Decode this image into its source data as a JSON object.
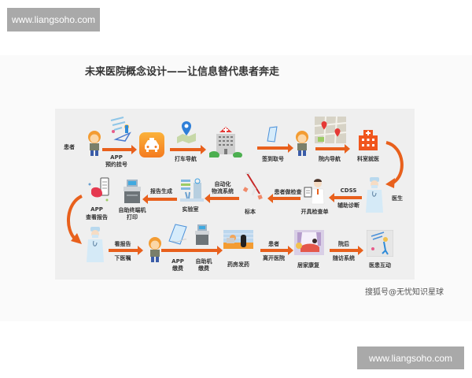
{
  "watermarks": {
    "top": "www.liangsoho.com",
    "bottom": "www.liangsoho.com"
  },
  "title": "未来医院概念设计——让信息替代患者奔走",
  "caption": "搜狐号@无忧知识星球",
  "colors": {
    "arrow": "#e8601c",
    "panel_bg": "#efefef",
    "taxi_gradient_top": "#fbb23a",
    "taxi_gradient_bottom": "#f47b20",
    "hospital_cross": "#e53935"
  },
  "row1": {
    "patient_label": "患者",
    "app_booking": [
      "APP",
      "预约挂号"
    ],
    "taxi_nav": "打车导航",
    "checkin": "签到取号",
    "indoor_nav": "院内导航",
    "dept_visit": "科室就医"
  },
  "row2": {
    "doctor": "医生",
    "cdss": [
      "CDSS",
      "辅助诊断"
    ],
    "exam_order": "开具检查单",
    "patient_exam": "患者做检查",
    "specimen": "标本",
    "logistics": [
      "自动化",
      "物流系统"
    ],
    "lab": "实验室",
    "report_gen": "报告生成",
    "kiosk_print": [
      "自助终端机",
      "打印"
    ],
    "app_report": [
      "APP",
      "查看报告"
    ]
  },
  "row3": {
    "view_report_order": [
      "看报告",
      "下医嘱"
    ],
    "app_pay": [
      "APP",
      "缴费"
    ],
    "kiosk_pay": [
      "自助机",
      "缴费"
    ],
    "pharmacy": "药房发药",
    "leave_hospital": [
      "患者",
      "离开医院"
    ],
    "home_recovery": "居家康复",
    "followup": [
      "院后",
      "随访系统"
    ],
    "interaction": "医患互动"
  }
}
